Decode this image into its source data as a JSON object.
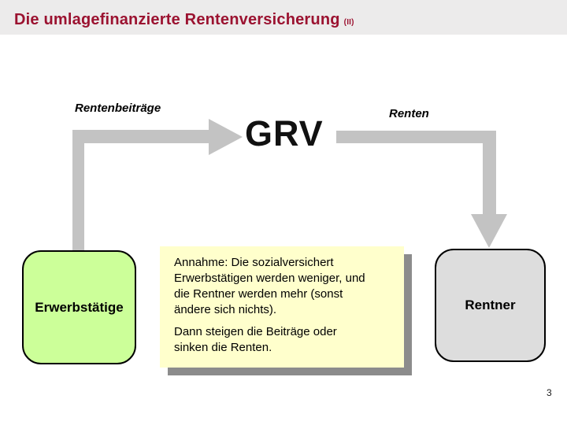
{
  "slide": {
    "title": "Die umlagefinanzierte Rentenversicherung",
    "title_suffix": "(II)",
    "page_number": "3"
  },
  "diagram": {
    "contributions_label": "Rentenbeiträge",
    "pensions_label": "Renten",
    "grv_node_label": "GRV",
    "workers_node_label": "Erwerbstätige",
    "pensioners_node_label": "Rentner",
    "note": {
      "paragraph1": "Annahme: Die sozialversichert\nErwerbstätigen werden weniger, und\ndie Rentner werden mehr (sonst\nändere sich nichts).",
      "paragraph2": "Dann steigen die Beiträge oder\nsinken die Renten."
    }
  },
  "colors": {
    "title": "#9B1230",
    "header_bg": "#ECEBEB",
    "arrow": "#C3C3C3",
    "workers_fill": "#CCFF99",
    "pensioners_fill": "#DDDDDD",
    "note_fill": "#FFFFCC",
    "note_shadow": "#8C8C8C"
  }
}
